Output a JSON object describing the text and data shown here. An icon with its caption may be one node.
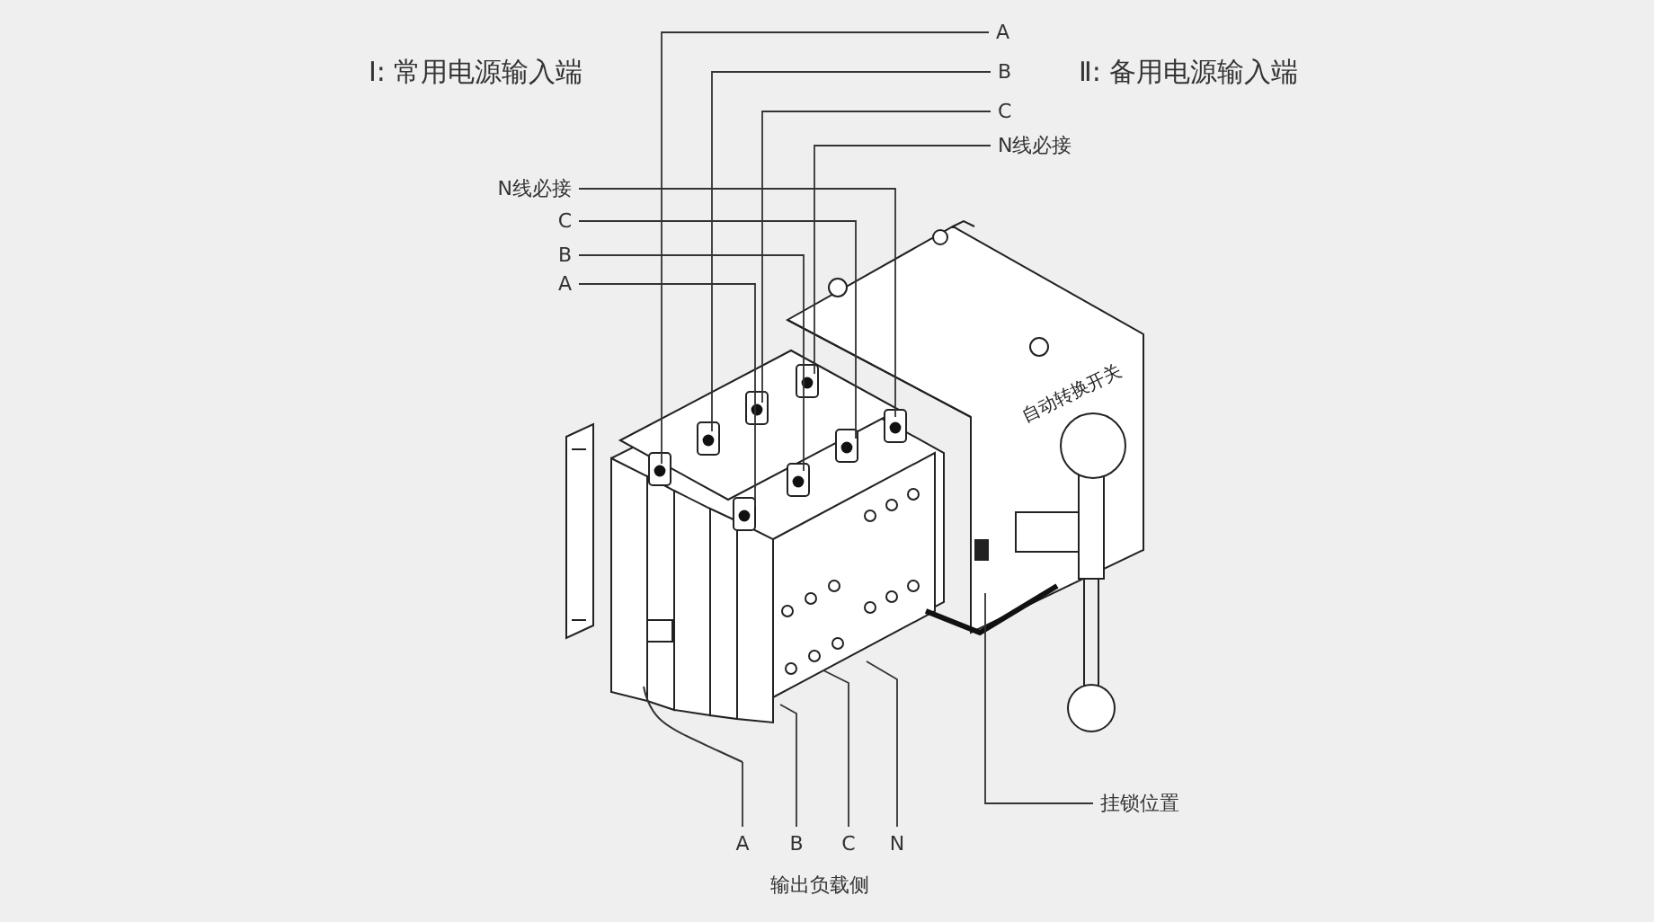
{
  "diagram": {
    "nodes": [
      {
        "text": [
          "A"
        ]
      },
      {
        "text": [
          "B"
        ]
      },
      {
        "text": [
          "C"
        ]
      },
      {
        "text": [
          "N线必接"
        ]
      },
      {
        "text": [
          "N线必接"
        ]
      },
      {
        "text": [
          "C"
        ]
      },
      {
        "text": [
          "B"
        ]
      },
      {
        "text": [
          "A"
        ]
      },
      {
        "text": [
          "A"
        ]
      },
      {
        "text": [
          "B"
        ]
      },
      {
        "text": [
          "C"
        ]
      },
      {
        "text": [
          "N"
        ]
      },
      {
        "text": [
          "挂锁位置"
        ]
      }
    ],
    "edges": [
      {
        "from": 0,
        "to": null,
        "arrow": "none"
      },
      {
        "from": 1,
        "to": null,
        "arrow": "none"
      },
      {
        "from": 2,
        "to": null,
        "arrow": "none"
      },
      {
        "from": 3,
        "to": null,
        "arrow": "none"
      },
      {
        "from": 4,
        "to": null,
        "arrow": "none"
      },
      {
        "from": 5,
        "to": null,
        "arrow": "none"
      },
      {
        "from": 6,
        "to": null,
        "arrow": "none"
      },
      {
        "from": 7,
        "to": null,
        "arrow": "none"
      },
      {
        "from": 8,
        "to": null,
        "arrow": "none"
      },
      {
        "from": 9,
        "to": null,
        "arrow": "none"
      },
      {
        "from": 10,
        "to": null,
        "arrow": "none"
      },
      {
        "from": 11,
        "to": null,
        "arrow": "none"
      },
      {
        "from": 12,
        "to": null,
        "arrow": "none"
      }
    ],
    "labels": [
      "Ⅰ: 常用电源输入端",
      "Ⅱ: 备用电源输入端",
      "自动转换开关",
      "输出负载侧"
    ]
  }
}
